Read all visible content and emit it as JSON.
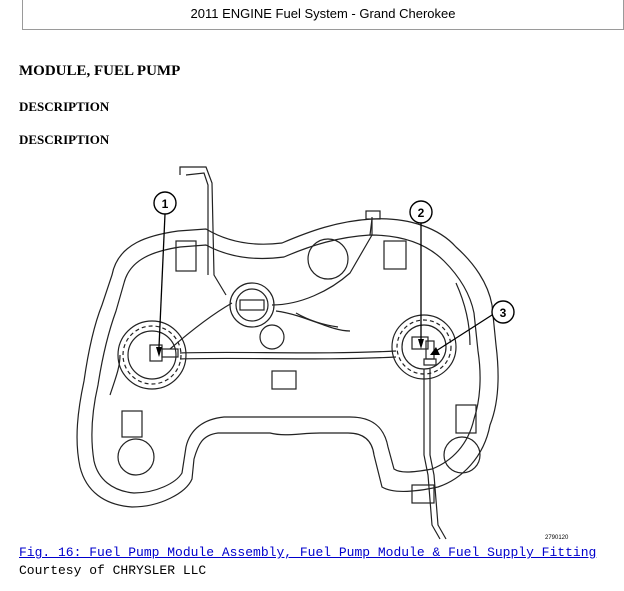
{
  "header": {
    "title": "2011 ENGINE Fuel System - Grand Cherokee"
  },
  "section": {
    "title": "MODULE, FUEL PUMP",
    "subtitle_1": "DESCRIPTION",
    "subtitle_2": "DESCRIPTION"
  },
  "figure": {
    "callouts": [
      "1",
      "2",
      "3"
    ],
    "ref_number": "2790120",
    "caption_link": "Fig. 16: Fuel Pump Module Assembly, Fuel Pump Module & Fuel Supply Fitting",
    "courtesy": "Courtesy of CHRYSLER LLC"
  }
}
